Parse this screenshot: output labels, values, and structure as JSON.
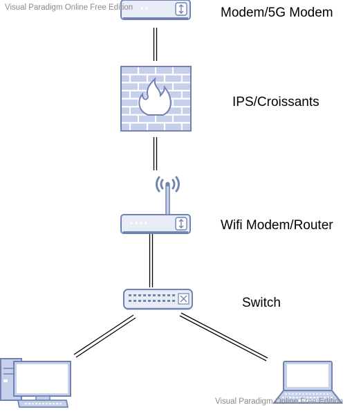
{
  "watermark": {
    "text": "Visual Paradigm Online Free Edition"
  },
  "nodes": {
    "modem": {
      "label": "Modem/5G Modem",
      "icon": "modem-icon"
    },
    "ips": {
      "label": "IPS/Croissants",
      "icon": "firewall-icon"
    },
    "router": {
      "label": "Wifi Modem/Router",
      "icon": "wifi-router-icon"
    },
    "switch": {
      "label": "Switch",
      "icon": "switch-icon"
    },
    "desktop": {
      "icon": "desktop-computer-icon"
    },
    "laptop": {
      "icon": "laptop-icon"
    }
  },
  "colors": {
    "stroke": "#6f82b1",
    "fill": "#c7d0ea",
    "light": "#e8ecf6",
    "line": "#000000"
  }
}
